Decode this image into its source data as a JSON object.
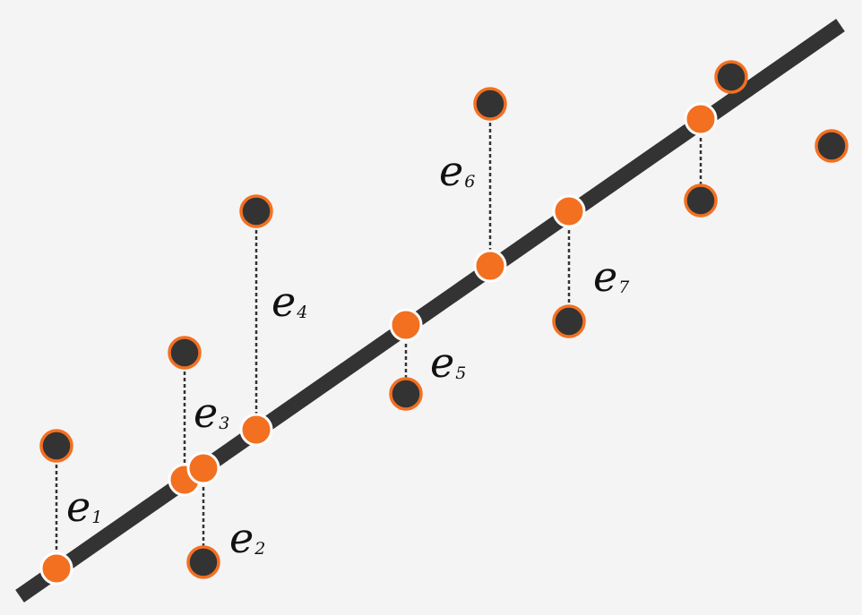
{
  "colors": {
    "background": "#f4f4f4",
    "line": "#333333",
    "observed_fill": "#333333",
    "observed_ring": "#f37021",
    "fitted_fill": "#f37021",
    "fitted_ring": "#ffffff",
    "residual": "#333333"
  },
  "residuals": [
    {
      "name": "e",
      "sub": "1"
    },
    {
      "name": "e",
      "sub": "2"
    },
    {
      "name": "e",
      "sub": "3"
    },
    {
      "name": "e",
      "sub": "4"
    },
    {
      "name": "e",
      "sub": "5"
    },
    {
      "name": "e",
      "sub": "6"
    },
    {
      "name": "e",
      "sub": "7"
    }
  ]
}
